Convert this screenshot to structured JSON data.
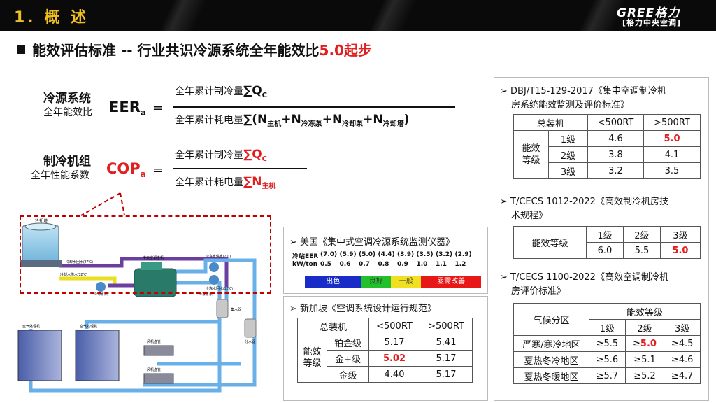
{
  "header": {
    "section_title": "1. 概 述",
    "logo_brand": "GREE格力",
    "logo_sub": "[格力中央空调]"
  },
  "headline": {
    "prefix": "能效评估标准 -- 行业共识冷源系统全年能效比",
    "highlight": "5.0起步"
  },
  "formula1": {
    "name_big": "冷源系统",
    "name_small": "全年能效比",
    "symbol": "EER",
    "symbol_sub": "a",
    "equals": "=",
    "numerator": "全年累计制冷量",
    "num_sym": "∑Q",
    "num_sub": "C",
    "denominator": "全年累计耗电量",
    "den_sym": "∑(N",
    "d1": "主机",
    "plus": "+",
    "n": "N",
    "d2": "冷冻泵",
    "d3": "冷却泵",
    "d4": "冷却塔",
    "close": ")"
  },
  "formula2": {
    "name_big": "制冷机组",
    "name_small": "全年性能系数",
    "symbol": "COP",
    "symbol_sub": "a",
    "equals": "=",
    "numerator": "全年累计制冷量",
    "num_sym": "∑Q",
    "num_sub": "C",
    "denominator": "全年累计耗电量",
    "den_sym": "∑N",
    "den_sub": "主机"
  },
  "schematic": {
    "labels": [
      "冷却塔",
      "冷却水回水(37℃)",
      "冷却水供水(32℃)",
      "冷却水泵",
      "中央空调主机",
      "冷冻水供水(7℃)",
      "冷冻水回水(12℃)",
      "冷冻水泵",
      "集水器",
      "分水器",
      "空气处理机",
      "空气处理机",
      "风机盘管",
      "风机盘管"
    ]
  },
  "panel_us": {
    "title": "➢ 美国《集中式空调冷源系统监测仪器》",
    "row1_label": "冷站EER",
    "row1": [
      "(7.0)",
      "(5.9)",
      "(5.0)",
      "(4.4)",
      "(3.9)",
      "(3.5)",
      "(3.2)",
      "(2.9)"
    ],
    "row2_label": "kW/ton",
    "row2": [
      "0.5",
      "0.6",
      "0.7",
      "0.8",
      "0.9",
      "1.0",
      "1.1",
      "1.2"
    ],
    "bands": [
      {
        "label": "出色",
        "color": "#1a2cc8"
      },
      {
        "label": "良好",
        "color": "#22c02a"
      },
      {
        "label": "一般",
        "color": "#f0e020"
      },
      {
        "label": "亟需改善",
        "color": "#e81818"
      }
    ]
  },
  "panel_sg": {
    "title": "➢ 新加坡《空调系统设计运行规范》",
    "headers": [
      "总装机",
      "<500RT",
      ">500RT"
    ],
    "group": "能效等级",
    "rows": [
      [
        "铂金级",
        "5.17",
        "5.41"
      ],
      [
        "金+级",
        "5.02",
        "5.17"
      ],
      [
        "金级",
        "4.40",
        "5.17"
      ]
    ]
  },
  "panel_dbj": {
    "title1": "➢ DBJ/T15-129-2017《集中空调制冷机",
    "title2": "房系统能效监测及评价标准》",
    "headers": [
      "总装机",
      "<500RT",
      ">500RT"
    ],
    "group": "能效等级",
    "rows": [
      [
        "1级",
        "4.6",
        "5.0"
      ],
      [
        "2级",
        "3.8",
        "4.1"
      ],
      [
        "3级",
        "3.2",
        "3.5"
      ]
    ],
    "title3": "➢ T/CECS 1012-2022《高效制冷机房技",
    "title4": "术规程》",
    "t2_label": "能效等级",
    "t2_headers": [
      "1级",
      "2级",
      "3级"
    ],
    "t2_values": [
      "6.0",
      "5.5",
      "5.0"
    ],
    "title5": "➢ T/CECS 1100-2022《高效空调制冷机",
    "title6": "房评价标准》",
    "t3_h1": "气候分区",
    "t3_h2": "能效等级",
    "t3_levels": [
      "1级",
      "2级",
      "3级"
    ],
    "t3_rows": [
      [
        "严寒/寒冷地区",
        "≥5.5",
        "≥",
        "5.0",
        "≥4.5"
      ],
      [
        "夏热冬冷地区",
        "≥5.6",
        "≥5.1",
        "≥4.6"
      ],
      [
        "夏热冬暖地区",
        "≥5.7",
        "≥5.2",
        "≥4.7"
      ]
    ]
  }
}
